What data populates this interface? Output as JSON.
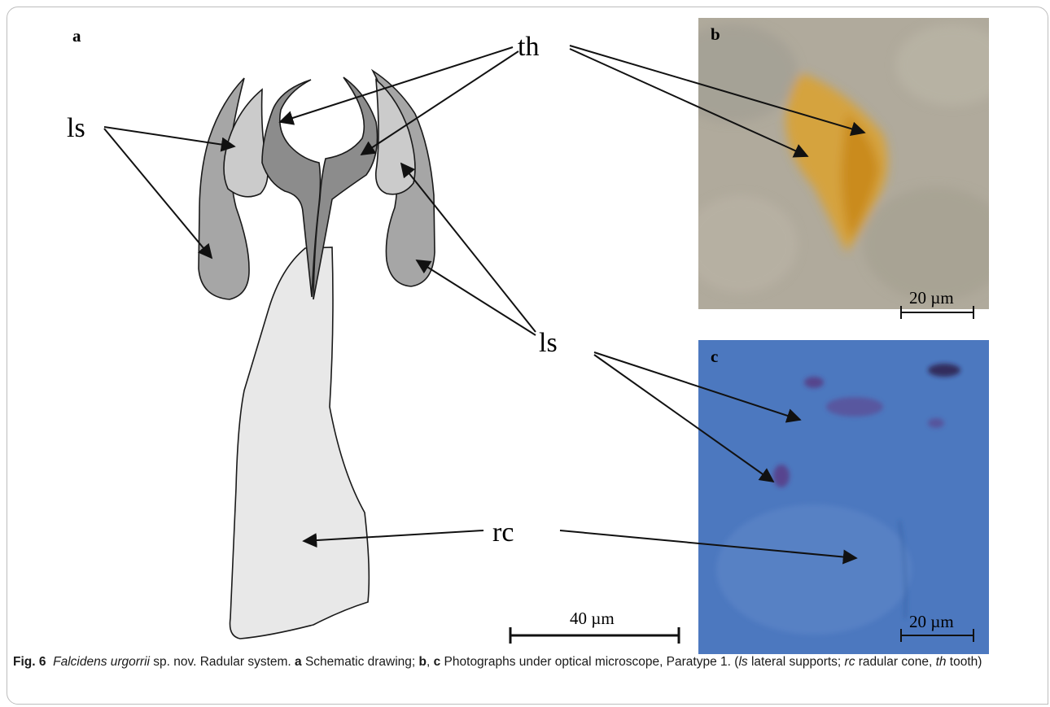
{
  "panels": {
    "a": "a",
    "b": "b",
    "c": "c"
  },
  "labels": {
    "th": "th",
    "ls_left": "ls",
    "ls_right": "ls",
    "rc": "rc"
  },
  "scale_bars": {
    "main": "40 µm",
    "photo_b": "20 µm",
    "photo_c": "20 µm"
  },
  "caption": {
    "fig_number": "Fig. 6",
    "species": "Falcidens urgorrii",
    "text1": " sp. nov. Radular system. ",
    "a_letter": "a",
    "text2": " Schematic drawing; ",
    "b_letter": "b",
    "comma": ", ",
    "c_letter": "c",
    "text3": " Photographs under optical microscope, Paratype 1. (",
    "ls_abbr": "ls",
    "ls_def": " lateral supports; ",
    "rc_abbr": "rc",
    "rc_def": " radular cone, ",
    "th_abbr": "th",
    "th_def": " tooth)"
  },
  "colors": {
    "lateral_support_dark": "#a6a6a6",
    "lateral_support_light": "#cbcbcb",
    "tooth": "#8c8c8c",
    "radular_cone": "#e8e8e8",
    "photo_b": "#b0aa9c",
    "photo_c": "#4c78bf"
  }
}
